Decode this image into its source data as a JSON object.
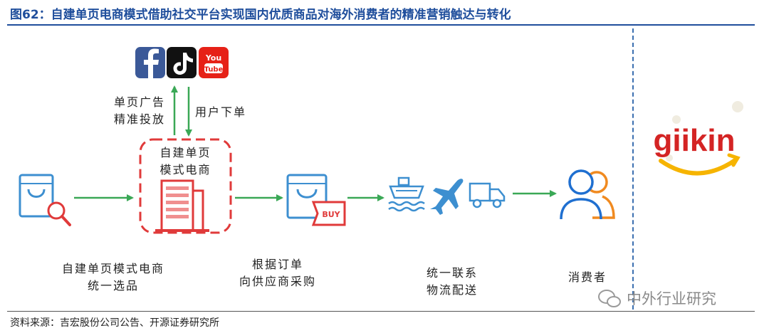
{
  "header": {
    "title": "图62：自建单页电商模式借助社交平台实现国内优质商品对海外消费者的精准营销触达与转化"
  },
  "social": {
    "icons": [
      "facebook-icon",
      "tiktok-icon",
      "youtube-icon"
    ],
    "youtube_top": "You",
    "youtube_bottom": "Tube"
  },
  "flow": {
    "ad_label_line1": "单页广告",
    "ad_label_line2": "精准投放",
    "order_label": "用户下单",
    "box_line1": "自建单页",
    "box_line2": "模式电商",
    "buy_tag": "BUY"
  },
  "steps": [
    {
      "line1": "自建单页模式电商",
      "line2": "统一选品"
    },
    {
      "line1": "根据订单",
      "line2": "向供应商采购"
    },
    {
      "line1": "统一联系",
      "line2": "物流配送"
    },
    {
      "line1": "消费者",
      "line2": ""
    }
  ],
  "brand": {
    "name": "giikin"
  },
  "footer": {
    "source": "资料来源：吉宏股份公司公告、开源证券研究所",
    "watermark": "中外行业研究"
  },
  "colors": {
    "title_blue": "#1f4e9c",
    "arrow_green": "#3aa856",
    "icon_blue": "#3d8fd0",
    "box_red": "#e03a3a",
    "person_orange": "#f08a20",
    "brand_red": "#d42424",
    "brand_yellow": "#f6b400"
  }
}
